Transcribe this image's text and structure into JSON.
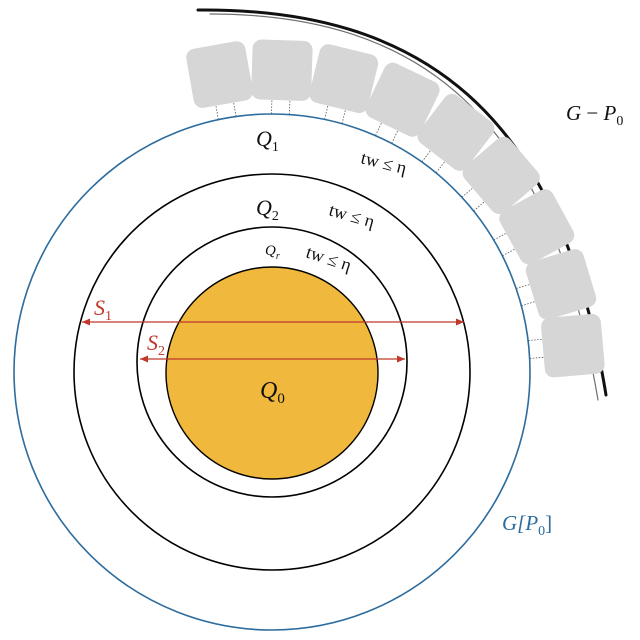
{
  "diagram": {
    "colors": {
      "outer_circle": "#2c6c9e",
      "inner_circles": "#000000",
      "core_fill": "#f0b83c",
      "core_stroke": "#000000",
      "span_lines": "#c0392b",
      "blocks": "#d6d6d6",
      "connectors": "#555555",
      "arc": "#111111",
      "text": "#111111"
    },
    "labels": {
      "q1_main": "Q",
      "q1_sub": "1",
      "q2_main": "Q",
      "q2_sub": "2",
      "qr_main": "Q",
      "qr_sub": "r",
      "q0_main": "Q",
      "q0_sub": "0",
      "tw1": "tw ≤ η",
      "tw2": "tw ≤ η",
      "tw3": "tw ≤ η",
      "s1_main": "S",
      "s1_sub": "1",
      "s2_main": "S",
      "s2_sub": "2",
      "gp0_pre": "G[",
      "gp0_p": "P",
      "gp0_sub": "0",
      "gp0_post": "]",
      "gminus_g": "G",
      "gminus_op": " − ",
      "gminus_p": "P",
      "gminus_sub": "0"
    },
    "blocks": [
      {
        "id": 1
      },
      {
        "id": 2
      },
      {
        "id": 3
      },
      {
        "id": 4
      },
      {
        "id": 5
      },
      {
        "id": 6
      },
      {
        "id": 7
      },
      {
        "id": 8
      },
      {
        "id": 9
      }
    ]
  }
}
